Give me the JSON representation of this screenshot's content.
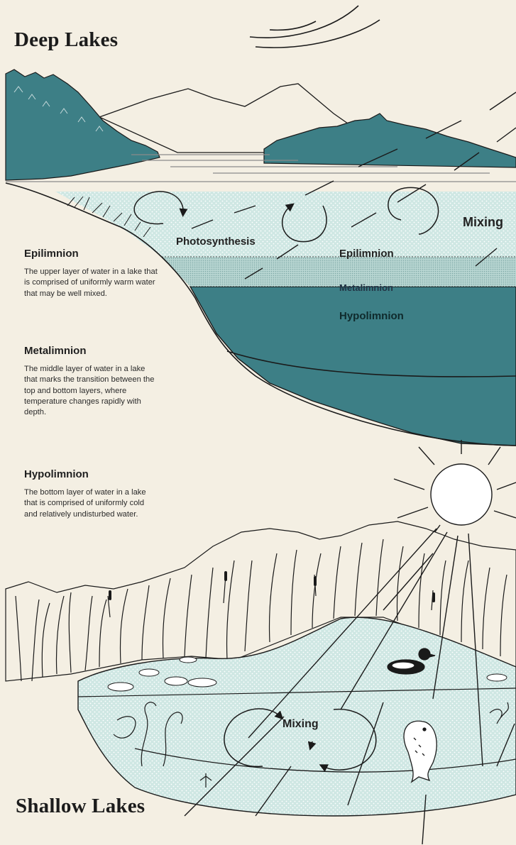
{
  "titles": {
    "deep": "Deep Lakes",
    "shallow": "Shallow Lakes"
  },
  "deep_lake": {
    "labels": {
      "photosynthesis": "Photosynthesis",
      "mixing": "Mixing",
      "epilimnion": "Epilimnion",
      "metalimnion": "Metalimnion",
      "hypolimnion": "Hypolimnion"
    }
  },
  "definitions": [
    {
      "term": "Epilimnion",
      "text": "The upper layer of water in a lake that is comprised of uniformly warm water that may be well mixed."
    },
    {
      "term": "Metalimnion",
      "text": "The middle layer of water in a lake that marks the transition between the top and bottom layers, where temperature changes rapidly with depth."
    },
    {
      "term": "Hypolimnion",
      "text": "The bottom layer of water in a lake that is comprised of uniformly cold and relatively undisturbed water."
    }
  ],
  "shallow_lake": {
    "labels": {
      "mixing": "Mixing"
    }
  },
  "colors": {
    "background": "#f4efe3",
    "teal": "#3d7f86",
    "light_water": "#cfe7e3",
    "ink": "#1a1a1a"
  }
}
